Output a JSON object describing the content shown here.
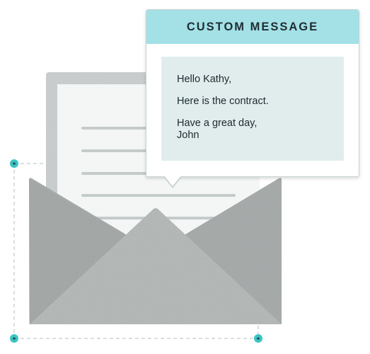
{
  "popup": {
    "title": "CUSTOM MESSAGE",
    "greeting": "Hello Kathy,",
    "body": "Here is the contract.",
    "closing": "Have a great day,",
    "signature": "John"
  },
  "colors": {
    "header": "#a3e1e6",
    "message_box": "#e1eded",
    "envelope": "#9fa4a3",
    "handle": "#3cc4c4"
  },
  "icons": [
    "envelope-illustration",
    "letter-illustration",
    "resize-handle-icon"
  ]
}
